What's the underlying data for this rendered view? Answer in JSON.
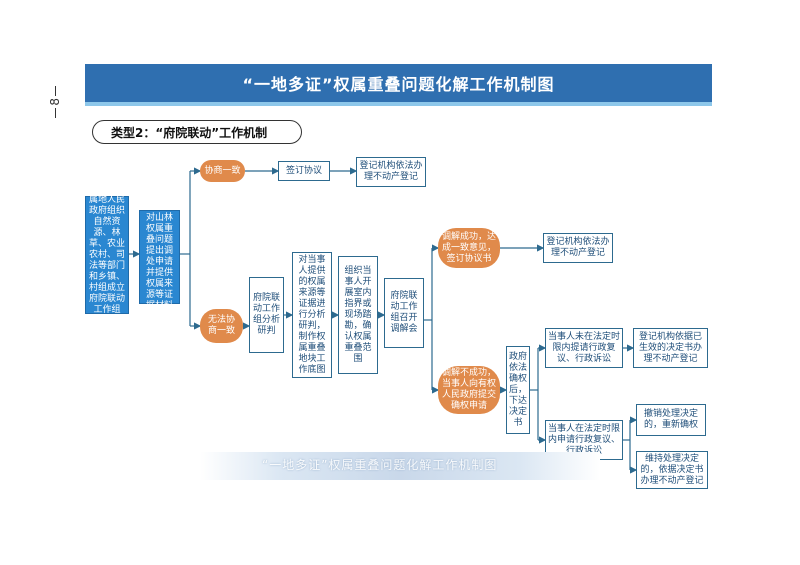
{
  "page_number": "8",
  "title": "“一地多证”权属重叠问题化解工作机制图",
  "type_label": "类型2：“府院联动”工作机制",
  "nodes": {
    "local_gov": "属地人民政府组织自然资源、林草、农业农村、司法等部门和乡镇、村组成立府院联动工作组",
    "applicant": "当事人对山林权属重叠问题提出调处申请并提供权属来源等证据材料",
    "negotiate_ok": "协商一致",
    "sign_agreement": "签订协议",
    "register_1": "登记机构依法办理不动产登记",
    "negotiate_fail": "无法协商一致",
    "analysis": "府院联动工作组分析研判",
    "evidence": "对当事人提供的权属来源等证据进行分析研判，制作权属重叠地块工作底图",
    "field_survey": "组织当事人开展室内指界或现场踏勘，确认权属重叠范围",
    "mediation_meeting": "府院联动工作组召开调解会",
    "mediation_ok": "调解成功，达成一致意见，签订协议书",
    "register_2": "登记机构依法办理不动产登记",
    "mediation_fail": "调解不成功，当事人向有权人民政府提交确权申请",
    "gov_decision": "政府依法确权后，下达决定书",
    "no_review": "当事人未在法定时限内提请行政复议、行政诉讼",
    "register_3": "登记机构依据已生效的决定书办理不动产登记",
    "review": "当事人在法定时限内申请行政复议、行政诉讼",
    "revoke": "撤销处理决定的，重新确权",
    "uphold": "维持处理决定的，依据决定书办理不动产登记"
  },
  "watermark": "“一地多证”权属重叠问题化解工作机制图",
  "colors": {
    "header_bg": "#2f6fb0",
    "header_accent": "#8dc7ea",
    "blue_box": "#2a87d1",
    "oval": "#e08a4b",
    "box_border": "#2d6a8f",
    "line": "#2d6a8f"
  }
}
